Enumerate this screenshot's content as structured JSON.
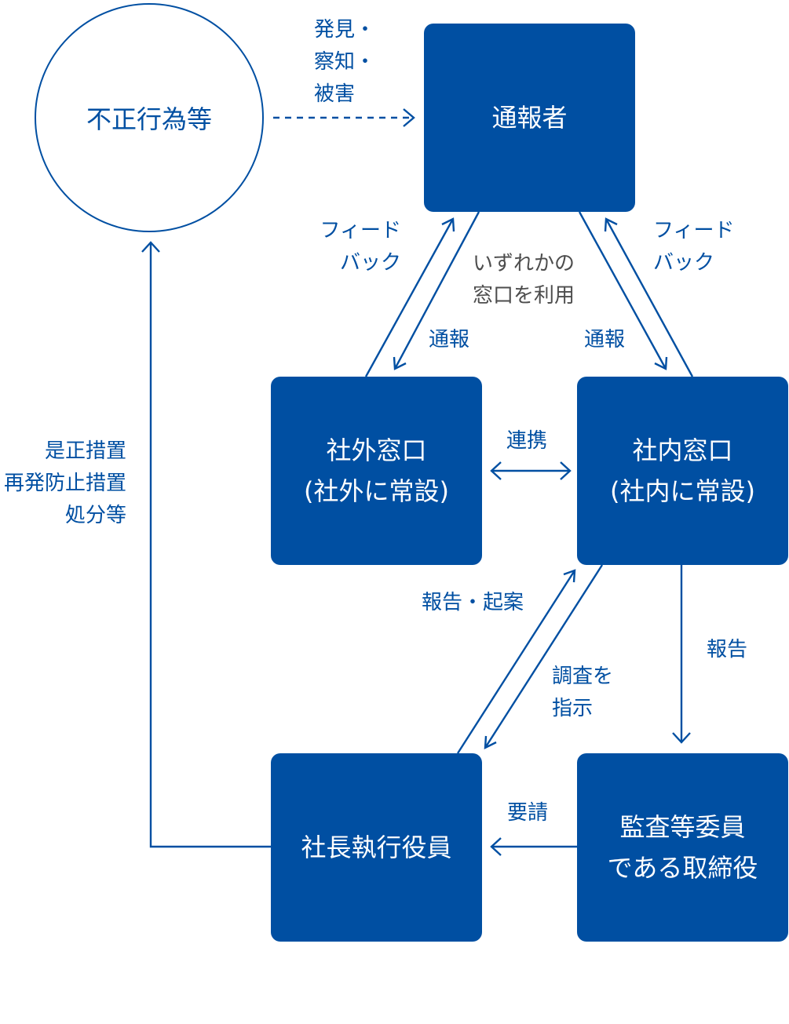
{
  "nodes": {
    "misconduct": "不正行為等",
    "whistleblower": "通報者",
    "external_desk": [
      "社外窓口",
      "(社外に常設)"
    ],
    "internal_desk": [
      "社内窓口",
      "(社内に常設)"
    ],
    "president": "社長執行役員",
    "audit_director": [
      "監査等委員",
      "である取締役"
    ]
  },
  "labels": {
    "discovery": [
      "発見・",
      "察知・",
      "被害"
    ],
    "feedback_left": [
      "フィード",
      "バック"
    ],
    "feedback_right": [
      "フィード",
      "バック"
    ],
    "either_desk": [
      "いずれかの",
      "窓口を利用"
    ],
    "report_left": "通報",
    "report_right": "通報",
    "cooperation": "連携",
    "report_proposal": "報告・起案",
    "investigate": [
      "調査を",
      "指示"
    ],
    "report_audit": "報告",
    "request": "要請",
    "corrective": [
      "是正措置",
      "再発防止措置",
      "処分等"
    ]
  },
  "colors": {
    "primary": "#004fa2",
    "text_gray": "#4d4d4d",
    "background": "#ffffff"
  }
}
